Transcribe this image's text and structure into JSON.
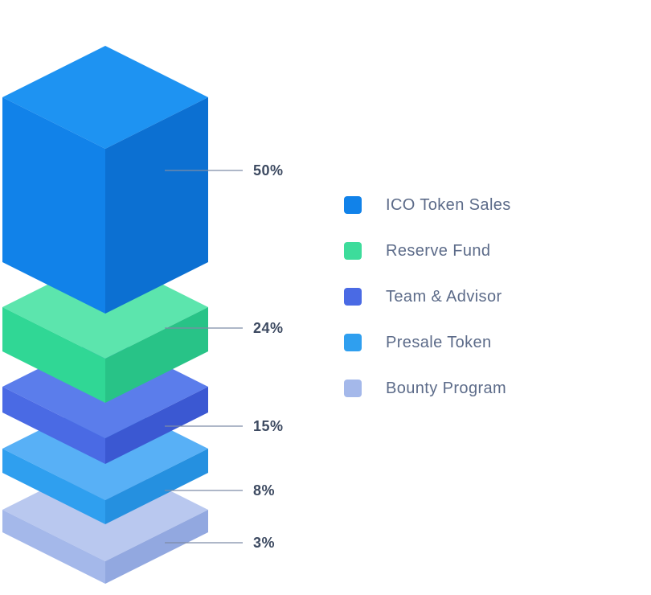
{
  "page": {
    "background": "#ffffff"
  },
  "chart_data": {
    "type": "bar",
    "variant": "isometric-stacked-blocks",
    "title": "",
    "categories": [
      "ICO Token Sales",
      "Reserve Fund",
      "Team & Advisor",
      "Presale Token",
      "Bounty Program"
    ],
    "values": [
      50,
      24,
      15,
      8,
      3
    ],
    "value_labels": [
      "50%",
      "24%",
      "15%",
      "8%",
      "3%"
    ],
    "total": 100,
    "legend_position": "right",
    "colors": [
      {
        "top": "#1E93F2",
        "left": "#1182E9",
        "right": "#0C70D2",
        "legend": "#1182E9"
      },
      {
        "top": "#5CE5AD",
        "left": "#30D795",
        "right": "#28C387",
        "legend": "#3DDC9B"
      },
      {
        "top": "#5B7DEB",
        "left": "#4A6AE4",
        "right": "#3B58D2",
        "legend": "#4A6AE4"
      },
      {
        "top": "#58B0F6",
        "left": "#2F9FEF",
        "right": "#2590E0",
        "legend": "#2F9FEF"
      },
      {
        "top": "#B9C8EF",
        "left": "#A4B8EA",
        "right": "#92A8E0",
        "legend": "#A4B8EA"
      }
    ],
    "leader_line_color": "#7E8CA6",
    "value_label_color": "#3D4A61",
    "legend_label_color": "#5C6B89"
  }
}
